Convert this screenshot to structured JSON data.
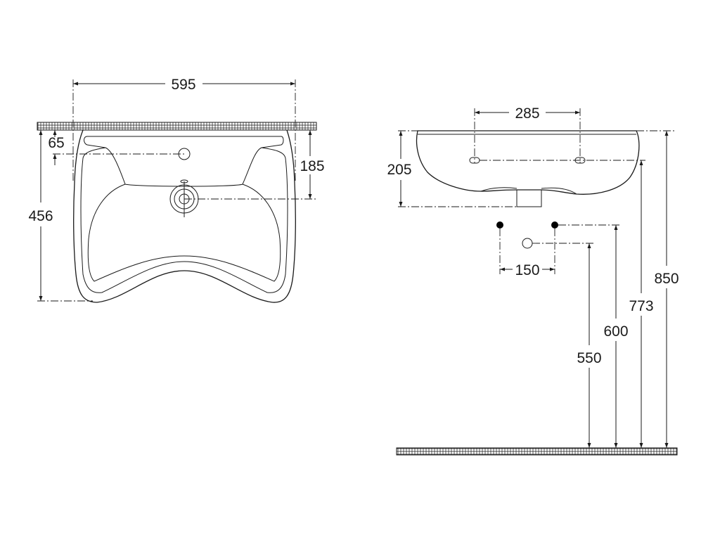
{
  "front_view": {
    "dimensions": {
      "width": "595",
      "tap_hole_offset": "65",
      "drain_depth": "185",
      "projection": "456"
    }
  },
  "side_view": {
    "dimensions": {
      "tap_hole_spacing": "285",
      "basin_height": "205",
      "supply_spacing": "150",
      "rim_height": "850",
      "overflow_height": "773",
      "supply_height": "600",
      "waste_height": "550"
    }
  }
}
